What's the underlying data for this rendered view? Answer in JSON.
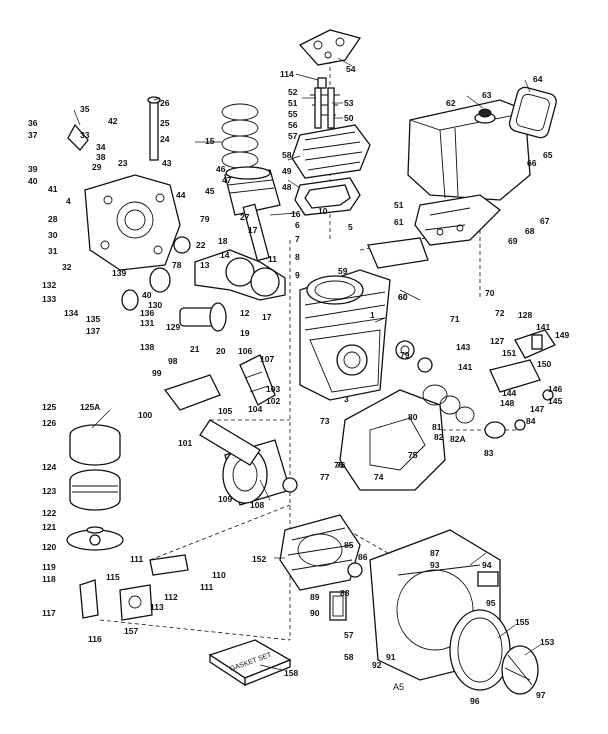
{
  "diagram": {
    "caption": "A5",
    "kit_text": "GASKET SET",
    "callouts": [
      "54",
      "114",
      "52",
      "51",
      "55",
      "56",
      "57",
      "58",
      "49",
      "48",
      "53",
      "50",
      "62",
      "63",
      "64",
      "65",
      "66",
      "67",
      "68",
      "69",
      "60",
      "61",
      "51",
      "59",
      "35",
      "36",
      "37",
      "33",
      "34",
      "38",
      "42",
      "26",
      "25",
      "24",
      "23",
      "29",
      "39",
      "40",
      "41",
      "4",
      "15",
      "46",
      "43",
      "44",
      "45",
      "47",
      "16",
      "27",
      "79",
      "28",
      "30",
      "31",
      "32",
      "78",
      "10",
      "5",
      "6",
      "7",
      "8",
      "9",
      "17",
      "18",
      "22",
      "14",
      "13",
      "11",
      "139",
      "40",
      "132",
      "133",
      "134",
      "135",
      "137",
      "136",
      "131",
      "130",
      "138",
      "129",
      "12",
      "19",
      "21",
      "20",
      "17",
      "1",
      "60",
      "71",
      "70",
      "72",
      "128",
      "141",
      "149",
      "127",
      "150",
      "143",
      "151",
      "141",
      "144",
      "146",
      "145",
      "147",
      "148",
      "98",
      "99",
      "100",
      "101",
      "106",
      "107",
      "103",
      "102",
      "104",
      "105",
      "3",
      "76",
      "79",
      "80",
      "81",
      "82",
      "82A",
      "83",
      "84",
      "74",
      "75",
      "73",
      "77",
      "76",
      "125",
      "125A",
      "126",
      "124",
      "123",
      "122",
      "121",
      "120",
      "119",
      "118",
      "115",
      "117",
      "116",
      "157",
      "113",
      "112",
      "111",
      "110",
      "111",
      "109",
      "108",
      "152",
      "85",
      "86",
      "87",
      "93",
      "94",
      "88",
      "89",
      "90",
      "57",
      "58",
      "92",
      "91",
      "95",
      "155",
      "153",
      "96",
      "97",
      "158"
    ]
  }
}
